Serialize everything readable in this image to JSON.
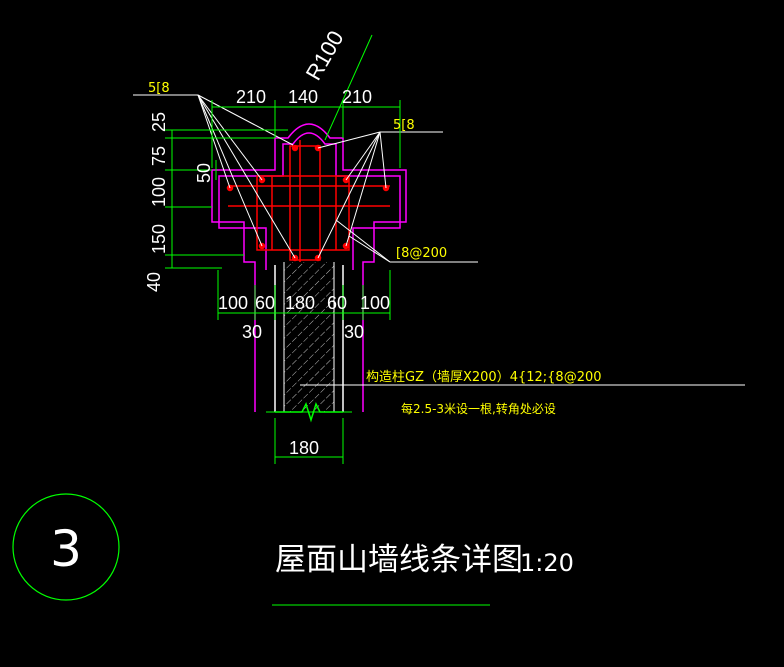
{
  "drawing": {
    "radius_label": "R100",
    "dims_top": [
      "210",
      "140",
      "210"
    ],
    "dims_left": [
      "25",
      "75",
      "100",
      "150",
      "40"
    ],
    "dim_inner": "50",
    "dims_bottom": [
      "100",
      "60",
      "180",
      "60",
      "100"
    ],
    "dims_bottom_sub": [
      "30",
      "30"
    ],
    "dim_column": "180",
    "callout_rebar_left": "5[8",
    "callout_rebar_right": "5[8",
    "callout_stirrup": "[8@200",
    "note_line1": "构造柱GZ（墙厚X200）4{12;{8@200",
    "note_line2": "每2.5-3米设一根,转角处必设",
    "detail_number": "3",
    "title": "屋面山墙线条详图",
    "scale": "1:20"
  },
  "colors": {
    "background": "#000000",
    "outline": "#ff00ff",
    "rebar": "#ff0000",
    "dimension": "#00ff00",
    "leader": "#ffffff",
    "note_text": "#ffff00",
    "hatch": "#c0c0c0",
    "column": "#ffffff"
  }
}
